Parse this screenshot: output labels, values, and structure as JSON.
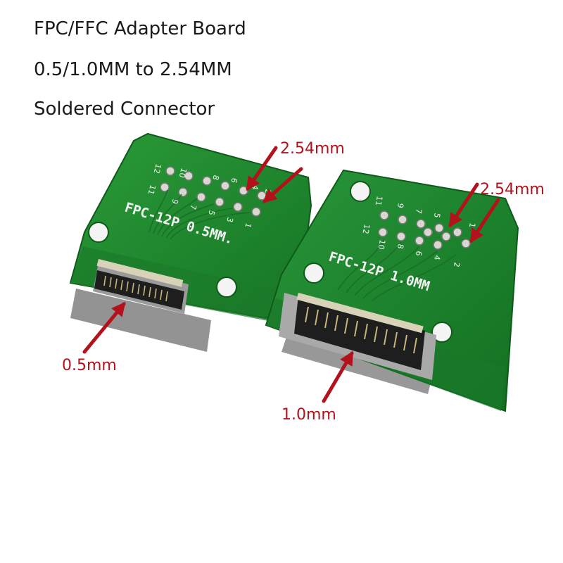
{
  "captions": {
    "line1": "FPC/FFC Adapter Board",
    "line2": "0.5/1.0MM to 2.54MM",
    "line3": "Soldered Connector"
  },
  "left_board": {
    "silkscreen": "FPC-12P 0.5MM.",
    "pin_numbers": [
      "12",
      "11",
      "10",
      "9",
      "8",
      "7",
      "6",
      "5",
      "4",
      "3",
      "2",
      "1"
    ],
    "pitch_pins_label": "2.54mm",
    "pitch_connector_label": "0.5mm"
  },
  "right_board": {
    "silkscreen": "FPC-12P 1.0MM",
    "pin_numbers": [
      "11",
      "12",
      "9",
      "10",
      "7",
      "8",
      "5",
      "6",
      "3",
      "4",
      "1",
      "2"
    ],
    "pitch_pins_label": "2.54mm",
    "pitch_connector_label": "1.0mm"
  },
  "colors": {
    "pcb_green": "#1f8a2e",
    "pcb_green_dark": "#156b22",
    "annotation_red": "#b3121c",
    "caption_text": "#1a1a1a",
    "connector_black": "#222222"
  }
}
